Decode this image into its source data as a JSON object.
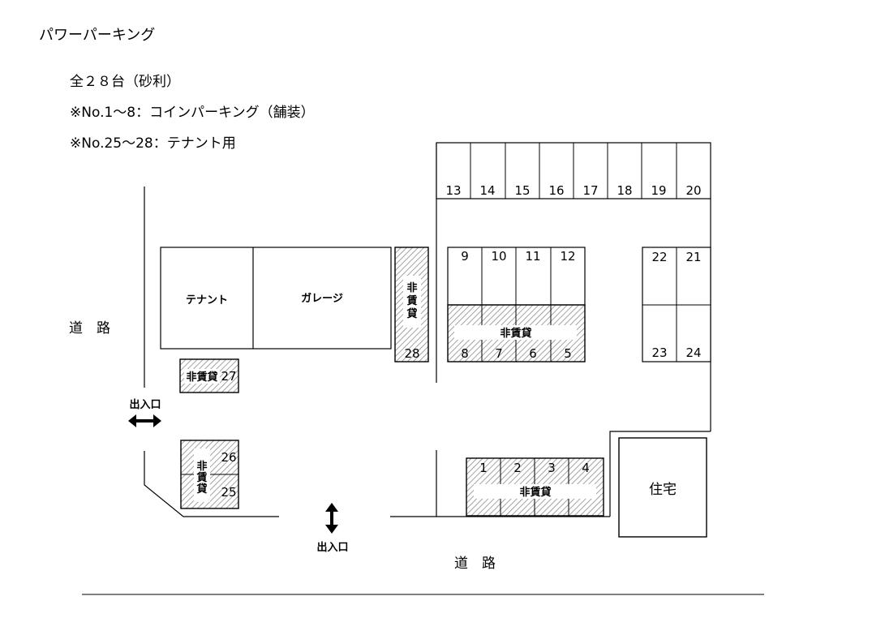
{
  "title": "パワーパーキング",
  "notes": [
    "全２８台（砂利）",
    "※No.1～8：コインパーキング（舗装）",
    "※No.25～28：テナント用"
  ],
  "labels": {
    "tenant": "テナント",
    "garage": "ガレージ",
    "non_rental": "非賃貸",
    "house": "住宅",
    "road": "道　路",
    "entrance": "出入口"
  },
  "spaces": {
    "top_row": [
      "13",
      "14",
      "15",
      "16",
      "17",
      "18",
      "19",
      "20"
    ],
    "middle_upper": [
      "9",
      "10",
      "11",
      "12"
    ],
    "middle_lower": [
      "8",
      "7",
      "6",
      "5"
    ],
    "right_upper": [
      "22",
      "21"
    ],
    "right_lower": [
      "23",
      "24"
    ],
    "bottom_row": [
      "1",
      "2",
      "3",
      "4"
    ],
    "left_26": "26",
    "left_25": "25",
    "left_27": "27",
    "vertical_28": "28"
  },
  "colors": {
    "line": "#000000",
    "hatch": "#9a9a9a",
    "background": "#ffffff"
  }
}
